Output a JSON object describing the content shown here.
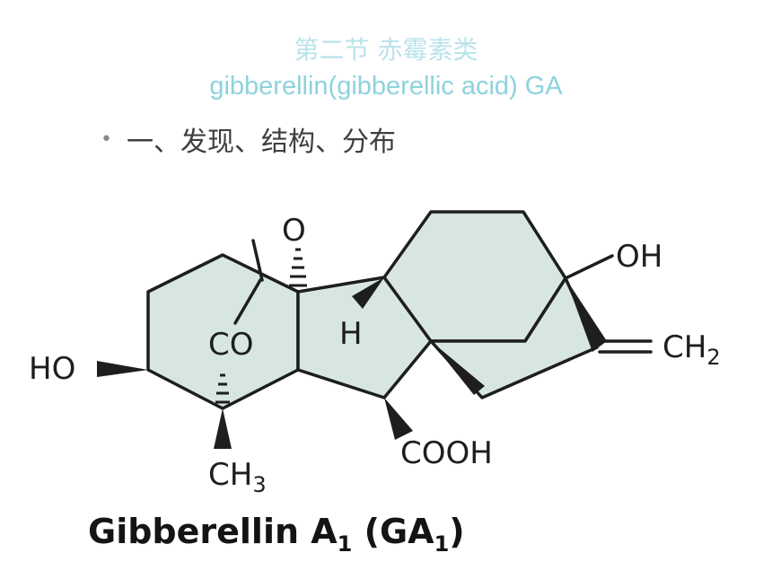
{
  "slide": {
    "title_cn": "第二节 赤霉素类",
    "title_en": "gibberellin(gibberellic acid)  GA",
    "bullet": "一、发现、结构、分布"
  },
  "structure": {
    "labels": {
      "o_top": "O",
      "co": "CO",
      "h": "H",
      "oh": "OH",
      "ho": "HO",
      "ch2_main": "CH",
      "ch2_sub": "2",
      "ch3_main": "CH",
      "ch3_sub": "3",
      "cooh": "COOH"
    },
    "caption": {
      "name": "Gibberellin A",
      "name_sub": "1",
      "open": " (GA",
      "abbr_sub": "1",
      "close": ")"
    },
    "colors": {
      "ring_fill": "#d8e6e2",
      "stroke": "#1e1e1e"
    }
  }
}
